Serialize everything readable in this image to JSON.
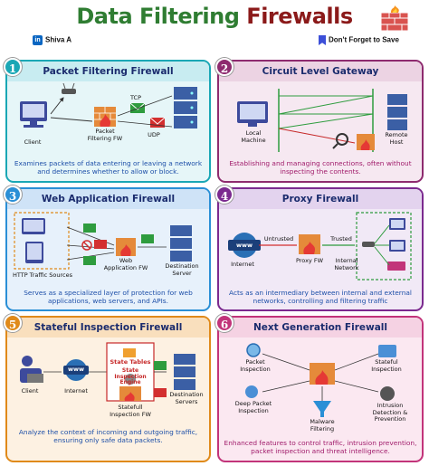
{
  "title": {
    "part1": "Data Filtering",
    "part2": "Firewalls"
  },
  "author": {
    "icon_text": "in",
    "name": "Shiva A"
  },
  "save_note": "Don't Forget to Save",
  "panels": [
    {
      "number": "1",
      "heading": "Packet Filtering Firewall",
      "labels": {
        "client": "Client",
        "fw": "Packet\nFiltering FW",
        "tcp": "TCP",
        "udp": "UDP"
      },
      "description": "Examines packets of data entering or leaving a network and determines whether to allow or block."
    },
    {
      "number": "2",
      "heading": "Circuit Level Gateway",
      "labels": {
        "local": "Local\nMachine",
        "remote": "Remote\nHost"
      },
      "description": "Establishing and managing connections, often without inspecting the contents."
    },
    {
      "number": "3",
      "heading": "Web Application Firewall",
      "labels": {
        "sources": "HTTP Traffic Sources",
        "fw": "Web\nApplication FW",
        "dest": "Destination\nServer"
      },
      "description": "Serves as a specialized layer of protection for web applications, web servers, and APIs."
    },
    {
      "number": "4",
      "heading": "Proxy Firewall",
      "labels": {
        "internet": "Internet",
        "untrusted": "Untrusted",
        "proxy": "Proxy FW",
        "trusted": "Trusted",
        "internal": "Internal\nNetwork",
        "www": "www"
      },
      "description": "Acts as an intermediary between internal and external networks, controlling and filtering traffic"
    },
    {
      "number": "5",
      "heading": "Stateful Inspection Firewall",
      "labels": {
        "client": "Client",
        "internet": "Internet",
        "state_tables": "State Tables",
        "state_engine": "State\nInspection\nEngine",
        "fw": "Statefull\nInspection FW",
        "dest": "Destination\nServers",
        "www": "www"
      },
      "description": "Analyze the context of incoming and outgoing traffic, ensuring only safe data packets."
    },
    {
      "number": "6",
      "heading": "Next Generation Firewall",
      "labels": {
        "packet": "Packet\nInspection",
        "stateful": "Stateful\nInspection",
        "deep": "Deep Packet\nInspection",
        "malware": "Malware\nFiltering",
        "ids": "Intrusion\nDetection &\nPrevention"
      },
      "description": "Enhanced features to control traffic, intrusion prevention, packet inspection and threat intelligence."
    }
  ],
  "colors": {
    "p1": "#1aa7b5",
    "p2": "#8e2b6f",
    "p3": "#2a8fd6",
    "p4": "#7b2a8f",
    "p5": "#e08a1a",
    "p6": "#c2347a",
    "fill1": "#e6f6f8",
    "fill2": "#f6e8f1",
    "fill3": "#e7f1fb",
    "fill4": "#f1e9f6",
    "fill5": "#fdf1e2",
    "fill6": "#fbe8f1",
    "desc_blue": "#1d4fa8",
    "desc_pink": "#a01a6a"
  },
  "icons": [
    "firewall-icon",
    "computer-icon",
    "server-icon",
    "email-icon",
    "router-icon",
    "globe-icon",
    "user-icon",
    "lock-icon",
    "funnel-icon",
    "magnifier-icon",
    "gear-icon",
    "mobile-icon",
    "blocked-icon"
  ]
}
